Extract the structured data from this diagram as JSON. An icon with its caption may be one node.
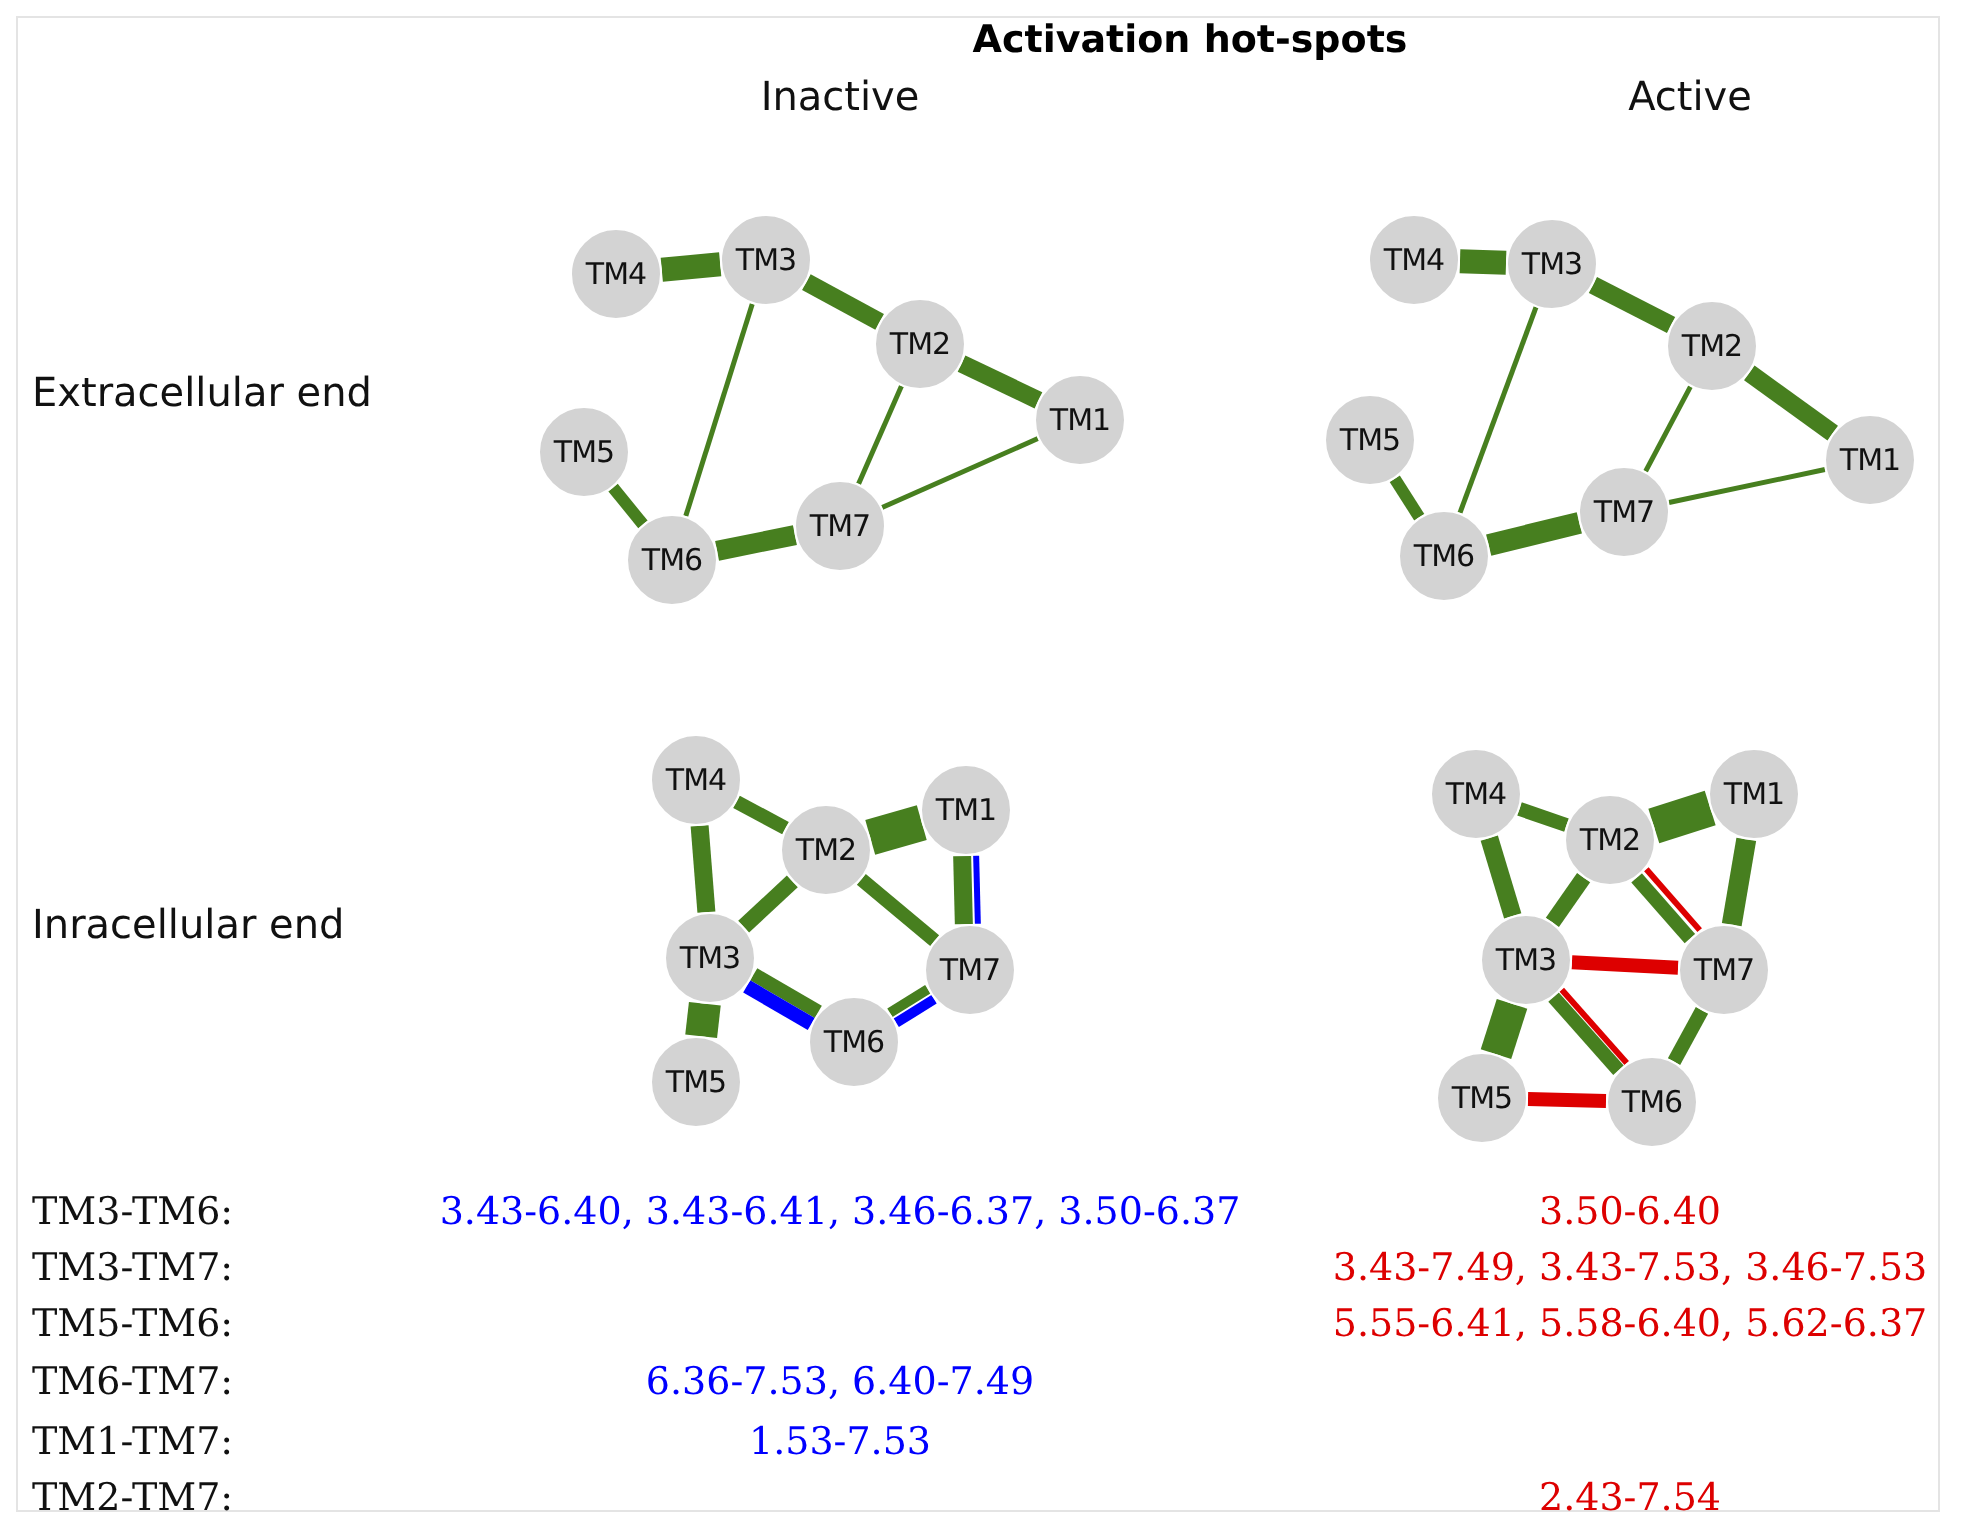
{
  "diagram": {
    "title": "Activation hot-spots",
    "nodes": [
      {
        "text": [
          "TM4"
        ]
      },
      {
        "text": [
          "TM3"
        ]
      },
      {
        "text": [
          "TM2"
        ]
      },
      {
        "text": [
          "TM1"
        ]
      },
      {
        "text": [
          "TM5"
        ]
      },
      {
        "text": [
          "TM6"
        ]
      },
      {
        "text": [
          "TM7"
        ]
      },
      {
        "text": [
          "TM4"
        ]
      },
      {
        "text": [
          "TM3"
        ]
      },
      {
        "text": [
          "TM2"
        ]
      },
      {
        "text": [
          "TM1"
        ]
      },
      {
        "text": [
          "TM5"
        ]
      },
      {
        "text": [
          "TM6"
        ]
      },
      {
        "text": [
          "TM7"
        ]
      },
      {
        "text": [
          "TM4"
        ]
      },
      {
        "text": [
          "TM2"
        ]
      },
      {
        "text": [
          "TM1"
        ]
      },
      {
        "text": [
          "TM3"
        ]
      },
      {
        "text": [
          "TM7"
        ]
      },
      {
        "text": [
          "TM6"
        ]
      },
      {
        "text": [
          "TM5"
        ]
      },
      {
        "text": [
          "TM4"
        ]
      },
      {
        "text": [
          "TM2"
        ]
      },
      {
        "text": [
          "TM1"
        ]
      },
      {
        "text": [
          "TM3"
        ]
      },
      {
        "text": [
          "TM7"
        ]
      },
      {
        "text": [
          "TM6"
        ]
      },
      {
        "text": [
          "TM5"
        ]
      }
    ],
    "edges": [
      {
        "from": 0,
        "to": 1,
        "arrow": "none"
      },
      {
        "from": 1,
        "to": 2,
        "arrow": "none"
      },
      {
        "from": 2,
        "to": 3,
        "arrow": "none"
      },
      {
        "from": 1,
        "to": 5,
        "arrow": "none"
      },
      {
        "from": 2,
        "to": 6,
        "arrow": "none"
      },
      {
        "from": 3,
        "to": 6,
        "arrow": "none"
      },
      {
        "from": 4,
        "to": 5,
        "arrow": "none"
      },
      {
        "from": 5,
        "to": 6,
        "arrow": "none"
      },
      {
        "from": 7,
        "to": 8,
        "arrow": "none"
      },
      {
        "from": 8,
        "to": 9,
        "arrow": "none"
      },
      {
        "from": 9,
        "to": 10,
        "arrow": "none"
      },
      {
        "from": 8,
        "to": 12,
        "arrow": "none"
      },
      {
        "from": 9,
        "to": 13,
        "arrow": "none"
      },
      {
        "from": 10,
        "to": 13,
        "arrow": "none"
      },
      {
        "from": 11,
        "to": 12,
        "arrow": "none"
      },
      {
        "from": 12,
        "to": 13,
        "arrow": "none"
      },
      {
        "from": 14,
        "to": 15,
        "arrow": "none"
      },
      {
        "from": 14,
        "to": 17,
        "arrow": "none"
      },
      {
        "from": 15,
        "to": 16,
        "arrow": "none",
        "style": "thick"
      },
      {
        "from": 15,
        "to": 17,
        "arrow": "none"
      },
      {
        "from": 15,
        "to": 18,
        "arrow": "none"
      },
      {
        "from": 16,
        "to": 18,
        "arrow": "none"
      },
      {
        "from": 16,
        "to": 18,
        "arrow": "none",
        "color": "#0000ff"
      },
      {
        "from": 17,
        "to": 20,
        "arrow": "none",
        "style": "thick"
      },
      {
        "from": 17,
        "to": 19,
        "arrow": "none"
      },
      {
        "from": 17,
        "to": 19,
        "arrow": "none",
        "color": "#0000ff"
      },
      {
        "from": 19,
        "to": 18,
        "arrow": "none"
      },
      {
        "from": 19,
        "to": 18,
        "arrow": "none",
        "color": "#0000ff"
      },
      {
        "from": 21,
        "to": 22,
        "arrow": "none"
      },
      {
        "from": 21,
        "to": 24,
        "arrow": "none"
      },
      {
        "from": 22,
        "to": 23,
        "arrow": "none",
        "style": "thick"
      },
      {
        "from": 23,
        "to": 25,
        "arrow": "none"
      },
      {
        "from": 22,
        "to": 24,
        "arrow": "none"
      },
      {
        "from": 22,
        "to": 25,
        "arrow": "none"
      },
      {
        "from": 22,
        "to": 25,
        "arrow": "none",
        "color": "#dd0000"
      },
      {
        "from": 24,
        "to": 25,
        "arrow": "none",
        "color": "#dd0000"
      },
      {
        "from": 24,
        "to": 26,
        "arrow": "none"
      },
      {
        "from": 24,
        "to": 26,
        "arrow": "none",
        "color": "#dd0000"
      },
      {
        "from": 26,
        "to": 25,
        "arrow": "none"
      },
      {
        "from": 24,
        "to": 27,
        "arrow": "none",
        "style": "thick"
      },
      {
        "from": 27,
        "to": 26,
        "arrow": "none",
        "color": "#dd0000"
      }
    ],
    "labels": [
      "Inactive",
      "Active",
      "Extracellular end",
      "Inracellular end",
      "TM3-TM6:",
      "3.43-6.40, 3.43-6.41, 3.46-6.37, 3.50-6.37",
      "3.50-6.40",
      "TM3-TM7:",
      "3.43-7.49, 3.43-7.53, 3.46-7.53",
      "TM5-TM6:",
      "5.55-6.41, 5.58-6.40, 5.62-6.37",
      "TM6-TM7:",
      "6.36-7.53, 6.40-7.49",
      "TM1-TM7:",
      "1.53-7.53",
      "TM2-TM7:",
      "2.43-7.54"
    ]
  }
}
